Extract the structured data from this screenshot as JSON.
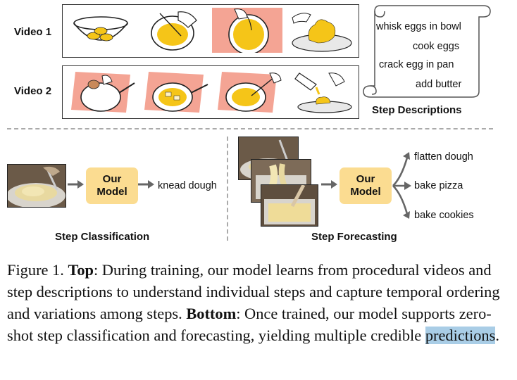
{
  "figure": {
    "video_labels": [
      "Video 1",
      "Video 2"
    ],
    "step_descriptions": {
      "items": [
        "whisk eggs in bowl",
        "cook eggs",
        "crack egg in pan",
        "add butter"
      ],
      "title": "Step Descriptions"
    },
    "bottom_left": {
      "model_line1": "Our",
      "model_line2": "Model",
      "output": "knead dough",
      "title": "Step Classification"
    },
    "bottom_right": {
      "model_line1": "Our",
      "model_line2": "Model",
      "predictions": [
        "flatten dough",
        "bake pizza",
        "bake cookies"
      ],
      "title": "Step Forecasting"
    },
    "colors": {
      "model_box": "#fbdc91",
      "egg_yellow": "#f5c518",
      "pink_bg": "#f4a494",
      "highlight": "#a9cde6"
    }
  },
  "caption": {
    "prefix": "Figure 1. ",
    "top_label": "Top",
    "top_text": ": During training, our model learns from procedural videos and step descriptions to understand individual steps and capture temporal ordering and variations among steps. ",
    "bottom_label": "Bottom",
    "bottom_text": ": Once trained, our model supports zero-shot step classification and forecasting, yielding multiple credible ",
    "highlighted_word": "predictions",
    "end": "."
  }
}
